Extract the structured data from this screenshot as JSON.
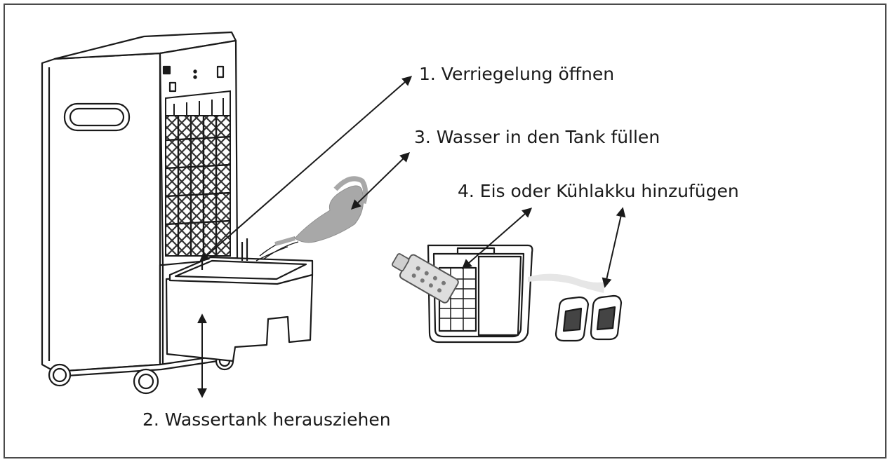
{
  "steps": [
    {
      "number": 1,
      "text": "1. Verriegelung öffnen"
    },
    {
      "number": 2,
      "text": "2. Wassertank herausziehen"
    },
    {
      "number": 3,
      "text": "3. Wasser in den Tank füllen"
    },
    {
      "number": 4,
      "text": "4. Eis oder Kühlakku hinzufügen"
    }
  ],
  "colors": {
    "line": "#1a1a1a",
    "border": "#4a4a4a",
    "watering_can": "#a8a8a8",
    "device_fill": "#ffffff"
  }
}
